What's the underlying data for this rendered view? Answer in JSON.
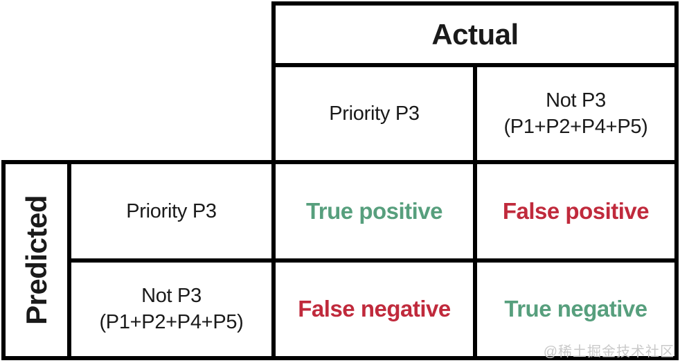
{
  "figure": {
    "type": "confusion-matrix",
    "column_group_label": "Actual",
    "row_group_label": "Predicted",
    "column_headers": [
      {
        "label": "Priority P3",
        "sublabel": ""
      },
      {
        "label": "Not P3",
        "sublabel": "(P1+P2+P4+P5)"
      }
    ],
    "row_headers": [
      {
        "label": "Priority P3",
        "sublabel": ""
      },
      {
        "label": "Not P3",
        "sublabel": "(P1+P2+P4+P5)"
      }
    ],
    "cells": {
      "true_positive": {
        "text": "True positive",
        "color": "#579f7d"
      },
      "false_positive": {
        "text": "False positive",
        "color": "#c02a3c"
      },
      "false_negative": {
        "text": "False negative",
        "color": "#c02a3c"
      },
      "true_negative": {
        "text": "True negative",
        "color": "#579f7d"
      }
    },
    "colors": {
      "border": "#000000",
      "background": "#ffffff",
      "text": "#1a1a1a",
      "positive_green": "#579f7d",
      "negative_red": "#c02a3c",
      "watermark_gray": "#c9c9c9"
    }
  },
  "watermark": {
    "text": "@稀土掘金技术社区"
  }
}
